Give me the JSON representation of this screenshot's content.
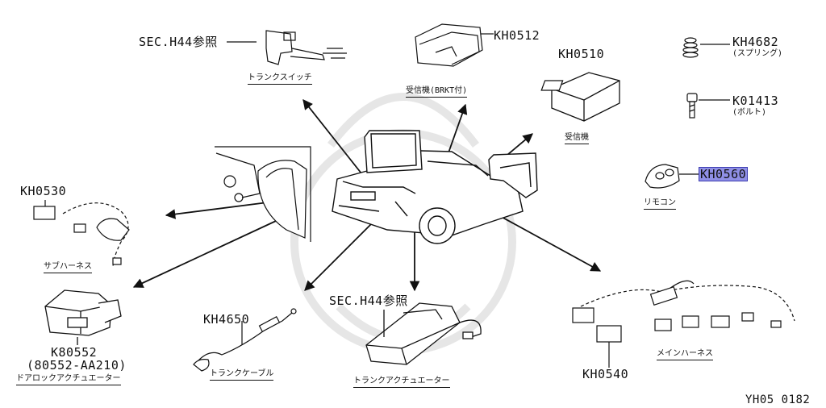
{
  "diagram": {
    "ref_sec_top": "SEC.H44参照",
    "trunk_switch": "トランクスイッチ",
    "kh0512": "KH0512",
    "receiver_brkt": "受信機(BRKT付)",
    "kh0510": "KH0510",
    "receiver": "受信機",
    "kh4682": "KH4682",
    "spring": "(スプリング)",
    "k01413": "K01413",
    "bolt": "(ボルト)",
    "kh0560": "KH0560",
    "remocon": "リモコン",
    "kh0530": "KH0530",
    "sub_harness": "サブハーネス",
    "k80552": "K80552",
    "k80552_alt": "(80552-AA210)",
    "door_lock_actuator": "ドアロックアクチュエーター",
    "kh4650": "KH4650",
    "trunk_cable": "トランクケーブル",
    "ref_sec_bottom": "SEC.H44参照",
    "trunk_actuator": "トランクアクチュエーター",
    "main_harness": "メインハーネス",
    "kh0540": "KH0540",
    "footer_code": "YH05 0182"
  }
}
